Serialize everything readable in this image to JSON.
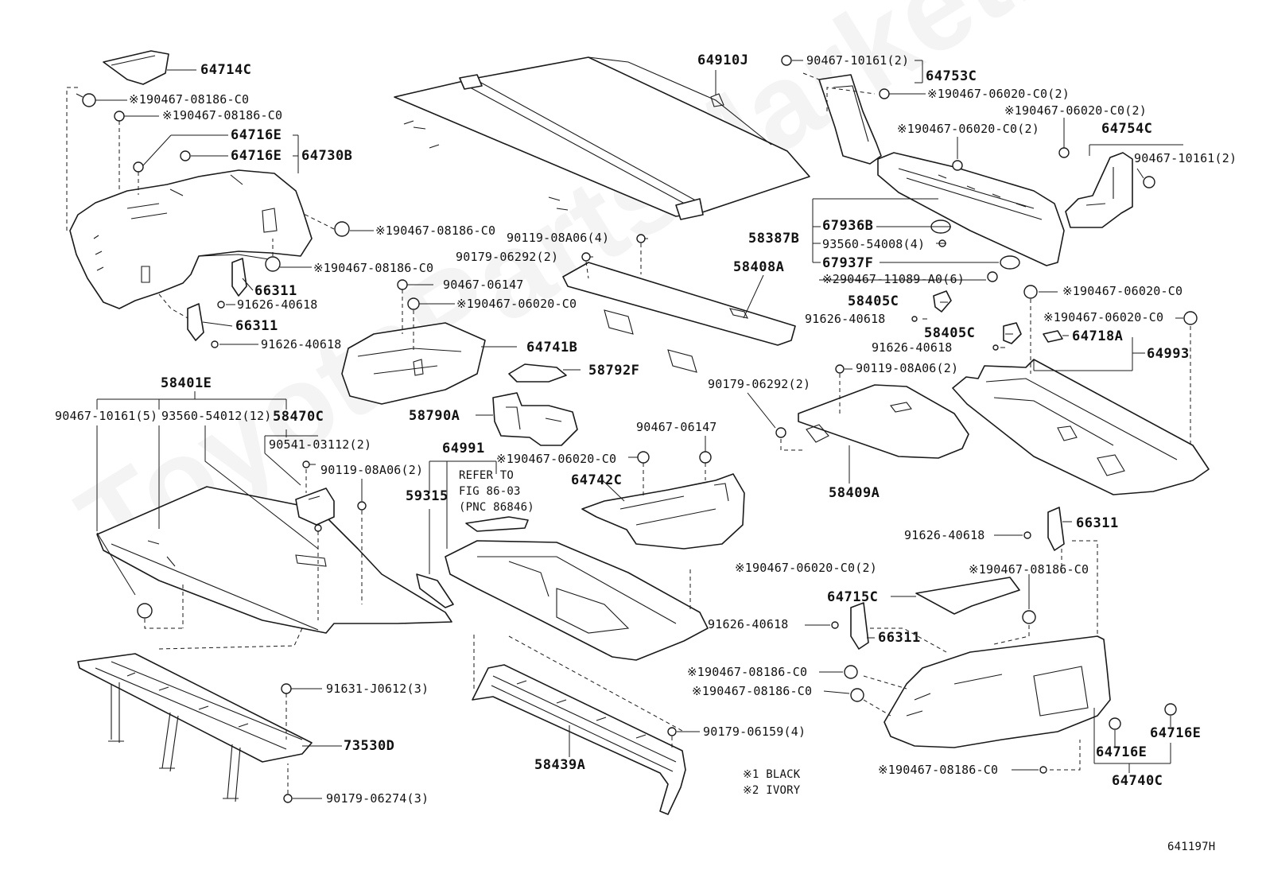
{
  "diagram": {
    "figure_code": "641197H",
    "watermark_text": "ToyotaPartsMarket.com",
    "legend": {
      "black": "※1 BLACK",
      "ivory": "※2 IVORY"
    },
    "reference_note": {
      "line1": "REFER TO",
      "line2": "FIG 86-03",
      "line3": "(PNC 86846)"
    },
    "labels": {
      "p64714C": "64714C",
      "p64716E_a": "64716E",
      "p64716E_b": "64716E",
      "p64730B": "64730B",
      "c_08186_a": "※190467-08186-C0",
      "c_08186_b": "※190467-08186-C0",
      "c_08186_c": "※190467-08186-C0",
      "c_08186_d": "※190467-08186-C0",
      "p66311_a": "66311",
      "p66311_b": "66311",
      "b91626_a": "91626-40618",
      "b91626_b": "91626-40618",
      "p64910J": "64910J",
      "p64753C": "64753C",
      "c90467_10161_top": "90467-10161(2)",
      "c06020_a": "※190467-06020-C0(2)",
      "c06020_b": "※190467-06020-C0(2)",
      "c06020_c": "※190467-06020-C0(2)",
      "p64754C": "64754C",
      "c90467_10161_right": "90467-10161(2)",
      "c90119_a": "90119-08A06(4)",
      "c90179_a": "90179-06292(2)",
      "c90467_06147_a": "90467-06147",
      "c06020_d": "※190467-06020-C0",
      "p64741B": "64741B",
      "p58792F": "58792F",
      "p67936B": "67936B",
      "p58387B": "58387B",
      "p58408A": "58408A",
      "c93560_54008": "93560-54008(4)",
      "p67937F": "67937F",
      "c290467_11089": "※290467-11089-A0(6)",
      "p58405C_a": "58405C",
      "b91626_c": "91626-40618",
      "p58405C_b": "58405C",
      "b91626_d": "91626-40618",
      "c06020_e": "※190467-06020-C0",
      "c06020_f": "※190467-06020-C0",
      "p64718A": "64718A",
      "p64993": "64993",
      "c90119_b": "90119-08A06(2)",
      "c90179_b": "90179-06292(2)",
      "p58409A": "58409A",
      "p58401E": "58401E",
      "c90467_10161_5": "90467-10161(5)",
      "c93560_54012": "93560-54012(12)",
      "p58470C": "58470C",
      "c90541": "90541-03112(2)",
      "c90119_c": "90119-08A06(2)",
      "p58790A": "58790A",
      "p64991": "64991",
      "c06020_g": "※190467-06020-C0",
      "p59315": "59315",
      "p64742C": "64742C",
      "c90467_06147_b": "90467-06147",
      "p66311_c": "66311",
      "b91626_e": "91626-40618",
      "c08186_e": "※190467-08186-C0",
      "c06020_h": "※190467-06020-C0(2)",
      "p64715C": "64715C",
      "b91626_f": "91626-40618",
      "p66311_d": "66311",
      "c08186_f": "※190467-08186-C0",
      "c08186_g": "※190467-08186-C0",
      "c91631": "91631-J0612(3)",
      "p73530D": "73530D",
      "c90179_06159": "90179-06159(4)",
      "p58439A": "58439A",
      "c90179_06274": "90179-06274(3)",
      "p64716E_c": "64716E",
      "p64716E_d": "64716E",
      "p64740C": "64740C",
      "c08186_h": "※190467-08186-C0"
    }
  }
}
